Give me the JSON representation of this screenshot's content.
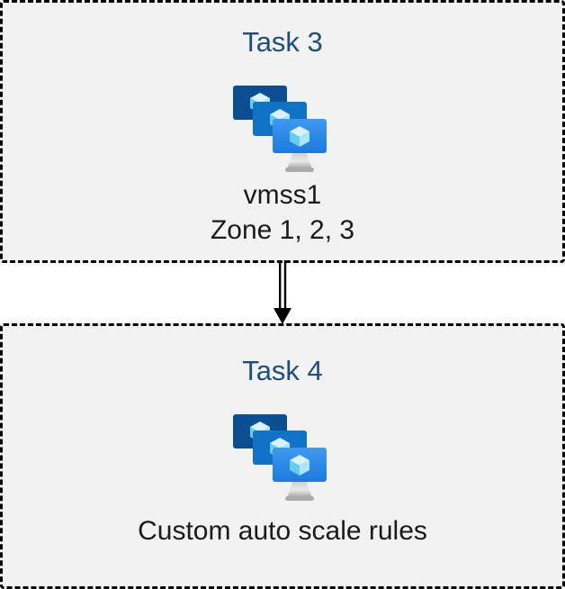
{
  "page": {
    "background": "#ffffff"
  },
  "colors": {
    "box_fill": "#f2f2f2",
    "box_border": "#000000",
    "task_title_text": "#1f4e79",
    "label_text": "#1a1a1a",
    "icon_screen_back": "#0b4f92",
    "icon_screen_middle": "#1173c6",
    "icon_screen_front_top": "#3e9af0",
    "icon_screen_front_bottom": "#1d79dd",
    "icon_cube_top": "#d8f1fb",
    "icon_cube_left": "#66cdf1",
    "icon_cube_right": "#a9e7fa",
    "icon_stand": "#c9c9c9"
  },
  "task3": {
    "title": "Task 3",
    "icon": "vm-scale-sets-icon",
    "line1": "vmss1",
    "line2": "Zone 1, 2, 3"
  },
  "connector": {
    "type": "double-line-arrow",
    "direction": "down"
  },
  "task4": {
    "title": "Task 4",
    "icon": "vm-scale-sets-icon",
    "label": "Custom auto scale rules"
  }
}
